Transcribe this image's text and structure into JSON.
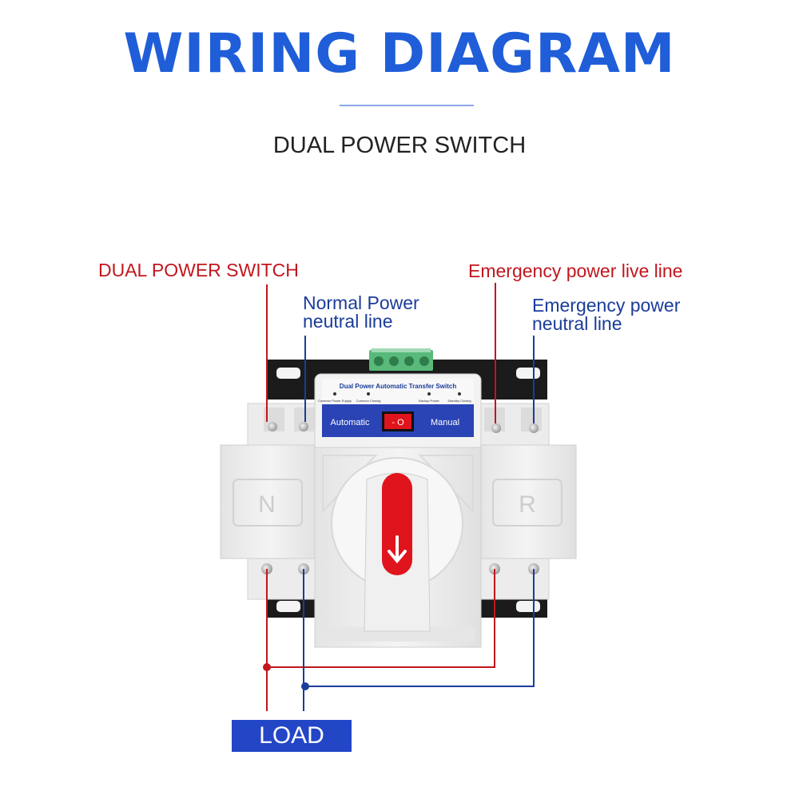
{
  "header": {
    "title": "WIRING DIAGRAM",
    "subtitle": "DUAL POWER SWITCH"
  },
  "labels": {
    "left_red": "DUAL POWER SWITCH",
    "left_blue_line1": "Normal Power",
    "left_blue_line2": "neutral line",
    "right_red": "Emergency power live line",
    "right_blue_line1": "Emergency power",
    "right_blue_line2": "neutral line",
    "load": "LOAD"
  },
  "device": {
    "panel_title": "Dual Power Automatic Transfer Switch",
    "indicators": [
      "Common Power Supply",
      "Common Closing",
      "Backup Power",
      "Standby Closing"
    ],
    "mode_automatic": "Automatic",
    "mode_manual": "Manual",
    "rocker_text": "- O",
    "side_left": "N",
    "side_right": "R"
  },
  "colors": {
    "title_blue": "#1f5ed8",
    "live_red": "#c2161d",
    "neutral_blue": "#1a3c9a",
    "panel_blue": "#2a43b5",
    "handle_red": "#e0141c",
    "load_box": "#2346c7"
  }
}
